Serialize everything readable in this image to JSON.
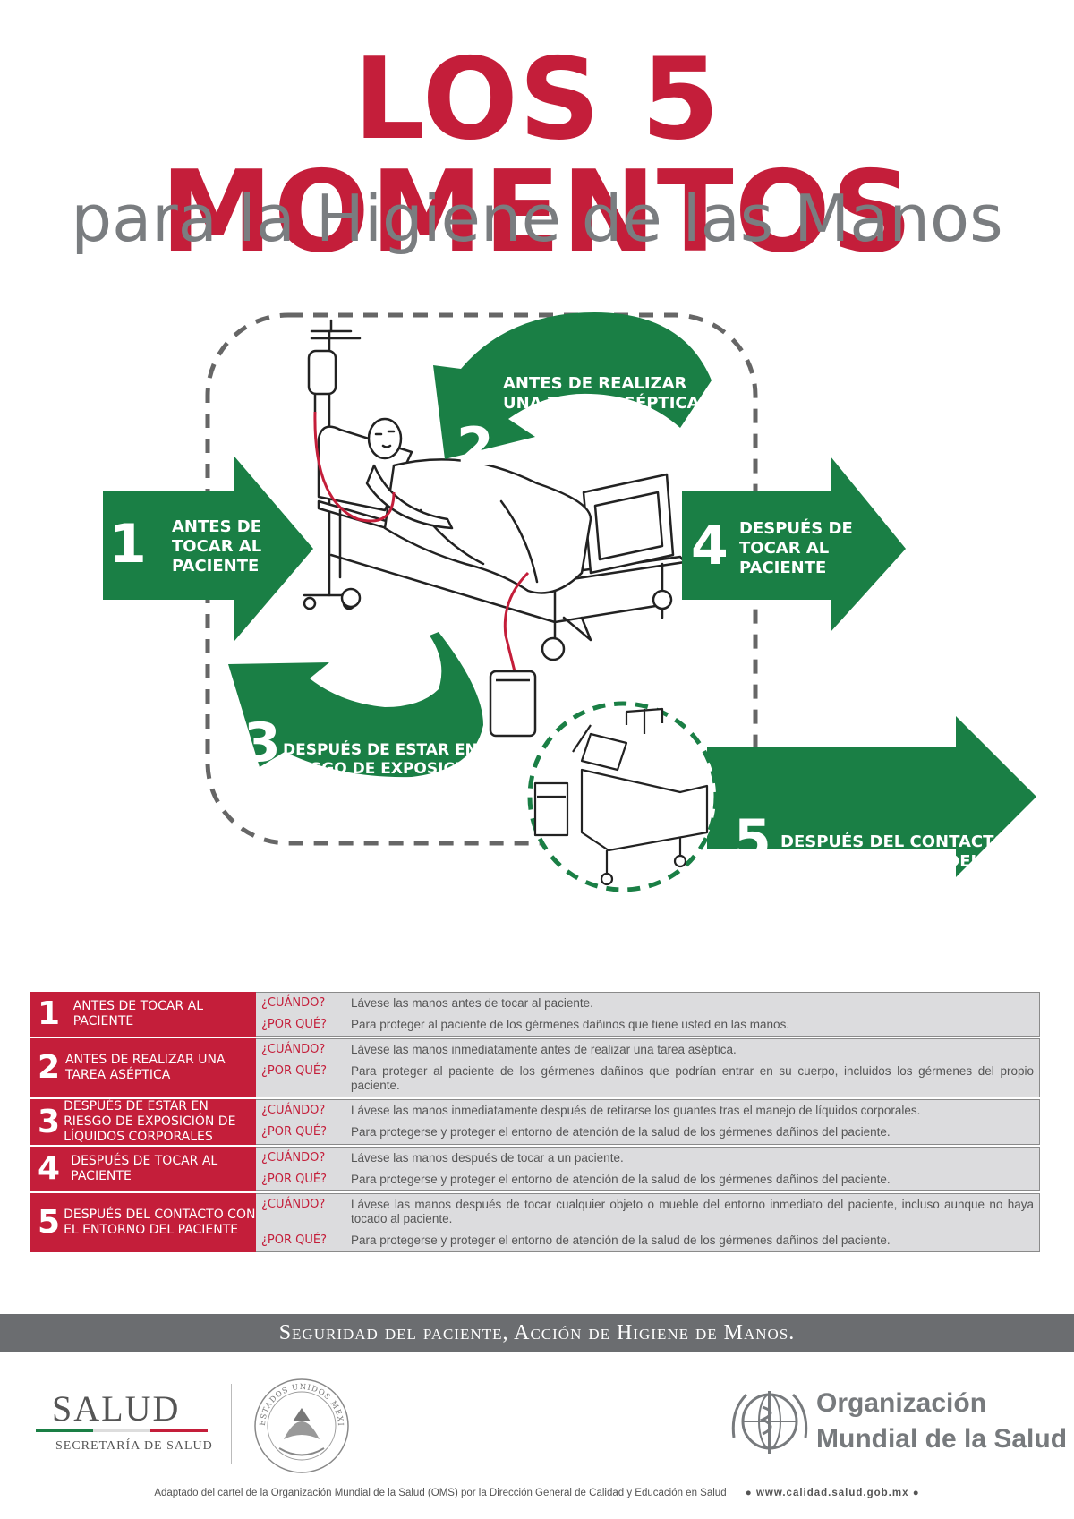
{
  "title": {
    "main": "LOS 5 MOMENTOS",
    "sub": "para la Higiene de las Manos"
  },
  "arrows": [
    {
      "number": "1",
      "label": "ANTES DE\nTOCAR AL\nPACIENTE"
    },
    {
      "number": "2",
      "label": "ANTES DE REALIZAR\nUNA TAREA ASÉPTICA"
    },
    {
      "number": "3",
      "label": "DESPUÉS DE ESTAR EN\nRIESGO DE EXPOSICIÓN DE\nLÍQUIDOS CORPORALES"
    },
    {
      "number": "4",
      "label": "DESPUÉS DE\nTOCAR AL\nPACIENTE"
    },
    {
      "number": "5",
      "label": "DESPUÉS DEL CONTACTO\nCON EL ENTORNO DEL\nPACIENTE"
    }
  ],
  "table": {
    "rows": [
      {
        "number": "1",
        "title": "ANTES DE TOCAR AL PACIENTE",
        "when_label": "¿CUÁNDO?",
        "when": "Lávese las manos antes de tocar al paciente.",
        "why_label": "¿POR QUÉ?",
        "why": "Para proteger al paciente de los gérmenes dañinos que tiene usted en las manos."
      },
      {
        "number": "2",
        "title": "ANTES DE REALIZAR UNA TAREA ASÉPTICA",
        "when_label": "¿CUÁNDO?",
        "when": "Lávese las manos inmediatamente antes de realizar una tarea aséptica.",
        "why_label": "¿POR QUÉ?",
        "why": "Para proteger al paciente de los gérmenes dañinos que podrían entrar en su cuerpo, incluidos los gérmenes del propio paciente."
      },
      {
        "number": "3",
        "title": "DESPUÉS DE ESTAR EN RIESGO DE EXPOSICIÓN DE LÍQUIDOS CORPORALES",
        "when_label": "¿CUÁNDO?",
        "when": "Lávese las manos inmediatamente después de retirarse los guantes tras el manejo de líquidos corporales.",
        "why_label": "¿POR QUÉ?",
        "why": "Para protegerse y proteger el entorno de atención de la salud de los gérmenes dañinos del paciente."
      },
      {
        "number": "4",
        "title": "DESPUÉS DE TOCAR AL PACIENTE",
        "when_label": "¿CUÁNDO?",
        "when": "Lávese las manos después de tocar a un paciente.",
        "why_label": "¿POR QUÉ?",
        "why": "Para protegerse y proteger el entorno de atención de la salud de los gérmenes dañinos del paciente."
      },
      {
        "number": "5",
        "title": "DESPUÉS DEL CONTACTO CON EL ENTORNO DEL PACIENTE",
        "when_label": "¿CUÁNDO?",
        "when": "Lávese las manos después de tocar cualquier objeto o mueble del entorno inmediato del paciente, incluso aunque no haya tocado al paciente.",
        "why_label": "¿POR QUÉ?",
        "why": "Para protegerse y proteger el entorno de atención de la salud de los gérmenes dañinos del paciente."
      }
    ]
  },
  "footer": {
    "slogan": "Seguridad del paciente, Acción de Higiene de Manos.",
    "salud_logo": "SALUD",
    "salud_sub": "SECRETARÍA DE SALUD",
    "seal_text": "ESTADOS UNIDOS MEXICANOS",
    "oms_name": "Organización\nMundial de la Salud",
    "credit": "Adaptado del cartel de la Organización Mundial de la Salud (OMS) por la Dirección General de Calidad y Educación en Salud",
    "url": "www.calidad.salud.gob.mx"
  },
  "colors": {
    "red": "#c41e3a",
    "green": "#1a7f45",
    "gray": "#7a7d80",
    "band": "#6b6d70"
  }
}
